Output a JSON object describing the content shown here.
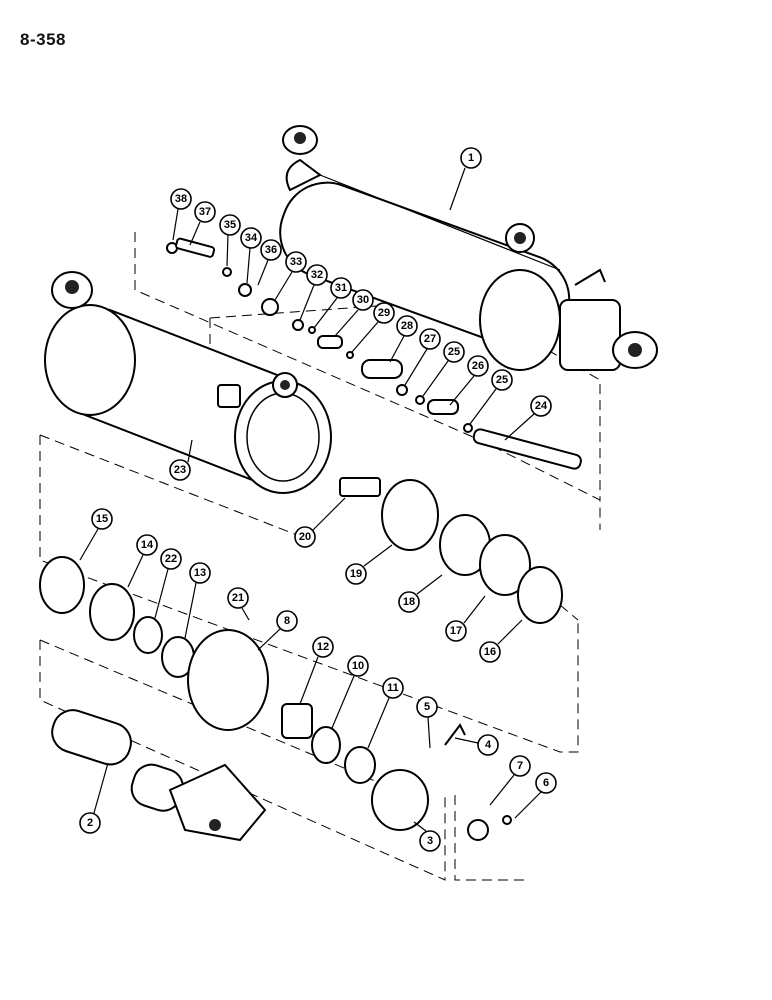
{
  "page": {
    "label": "8-358"
  },
  "callouts": [
    {
      "label": "1"
    },
    {
      "label": "38"
    },
    {
      "label": "37"
    },
    {
      "label": "35"
    },
    {
      "label": "34"
    },
    {
      "label": "36"
    },
    {
      "label": "33"
    },
    {
      "label": "32"
    },
    {
      "label": "31"
    },
    {
      "label": "30"
    },
    {
      "label": "29"
    },
    {
      "label": "28"
    },
    {
      "label": "27"
    },
    {
      "label": "25"
    },
    {
      "label": "26"
    },
    {
      "label": "25"
    },
    {
      "label": "24"
    },
    {
      "label": "23"
    },
    {
      "label": "20"
    },
    {
      "label": "19"
    },
    {
      "label": "18"
    },
    {
      "label": "17"
    },
    {
      "label": "16"
    },
    {
      "label": "15"
    },
    {
      "label": "14"
    },
    {
      "label": "22"
    },
    {
      "label": "13"
    },
    {
      "label": "21"
    },
    {
      "label": "8"
    },
    {
      "label": "12"
    },
    {
      "label": "10"
    },
    {
      "label": "11"
    },
    {
      "label": "5"
    },
    {
      "label": "4"
    },
    {
      "label": "7"
    },
    {
      "label": "6"
    },
    {
      "label": "2"
    },
    {
      "label": "3"
    }
  ]
}
